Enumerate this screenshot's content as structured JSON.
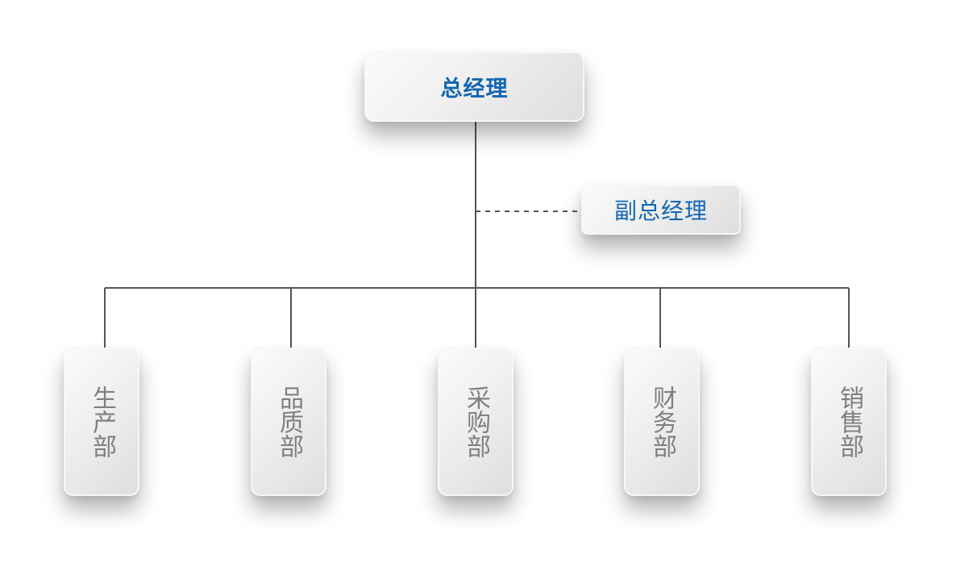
{
  "general_manager": "总经理",
  "deputy_general_manager": "副总经理",
  "departments": [
    {
      "label": "生产部"
    },
    {
      "label": "品质部"
    },
    {
      "label": "采购部"
    },
    {
      "label": "财务部"
    },
    {
      "label": "销售部"
    }
  ],
  "colors": {
    "title_text": "#1366b3",
    "dept_text": "#7f7f7f",
    "line": "#555555"
  }
}
